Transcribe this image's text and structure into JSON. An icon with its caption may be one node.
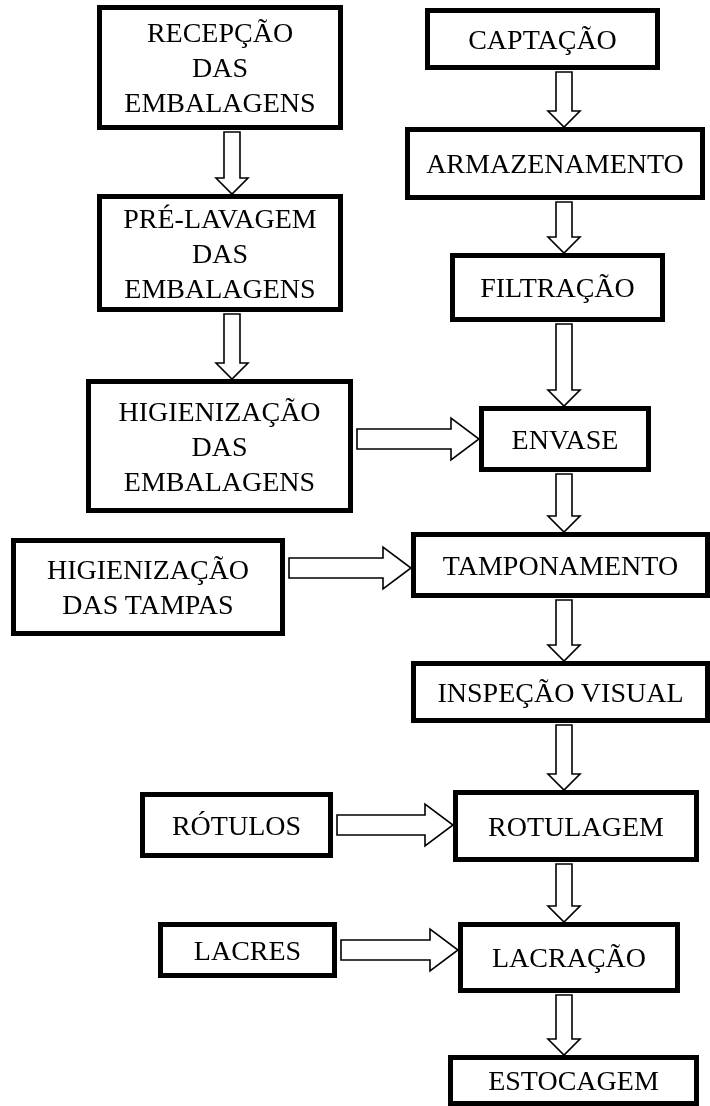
{
  "diagram": {
    "nodes": [
      {
        "text": [
          "RECEPÇÃO DAS EMBALAGENS"
        ]
      },
      {
        "text": [
          "CAPTAÇÃO"
        ]
      },
      {
        "text": [
          "ARMAZENAMENTO"
        ]
      },
      {
        "text": [
          "PRÉ-LAVAGEM DAS EMBALAGENS"
        ]
      },
      {
        "text": [
          "FILTRAÇÃO"
        ]
      },
      {
        "text": [
          "HIGIENIZAÇÃO DAS EMBALAGENS"
        ]
      },
      {
        "text": [
          "ENVASE"
        ]
      },
      {
        "text": [
          "HIGIENIZAÇÃO DAS TAMPAS"
        ]
      },
      {
        "text": [
          "TAMPONAMENTO"
        ]
      },
      {
        "text": [
          "INSPEÇÃO VISUAL"
        ]
      },
      {
        "text": [
          "RÓTULOS"
        ]
      },
      {
        "text": [
          "ROTULAGEM"
        ]
      },
      {
        "text": [
          "LACRES"
        ]
      },
      {
        "text": [
          "LACRAÇÃO"
        ]
      },
      {
        "text": [
          "ESTOCAGEM"
        ]
      }
    ],
    "edges": [
      {
        "from": 0,
        "to": 3,
        "arrow": "to"
      },
      {
        "from": 3,
        "to": 5,
        "arrow": "to"
      },
      {
        "from": 1,
        "to": 2,
        "arrow": "to"
      },
      {
        "from": 2,
        "to": 4,
        "arrow": "to"
      },
      {
        "from": 4,
        "to": 6,
        "arrow": "to"
      },
      {
        "from": 5,
        "to": 6,
        "arrow": "to"
      },
      {
        "from": 6,
        "to": 8,
        "arrow": "to"
      },
      {
        "from": 7,
        "to": 8,
        "arrow": "to"
      },
      {
        "from": 8,
        "to": 9,
        "arrow": "to"
      },
      {
        "from": 9,
        "to": 11,
        "arrow": "to"
      },
      {
        "from": 10,
        "to": 11,
        "arrow": "to"
      },
      {
        "from": 11,
        "to": 13,
        "arrow": "to"
      },
      {
        "from": 12,
        "to": 13,
        "arrow": "to"
      },
      {
        "from": 13,
        "to": 14,
        "arrow": "to"
      }
    ]
  }
}
